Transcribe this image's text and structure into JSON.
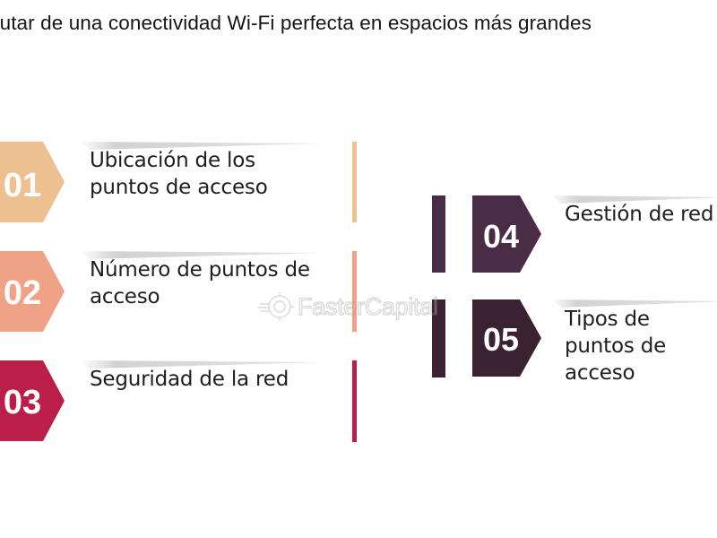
{
  "header": {
    "text": "rutar de una conectividad Wi-Fi perfecta en espacios más grandes"
  },
  "watermark": {
    "text": "FasterCapital"
  },
  "items": [
    {
      "number": "01",
      "label": "Ubicación de los\npuntos de acceso",
      "color": "#eec08f",
      "icon": "chevron-badge"
    },
    {
      "number": "02",
      "label": "Número de puntos de\nacceso",
      "color": "#f0a287",
      "icon": "chevron-badge"
    },
    {
      "number": "03",
      "label": "Seguridad de la red",
      "color": "#bb1e48",
      "icon": "chevron-badge"
    },
    {
      "number": "04",
      "label": "Gestión de red",
      "color": "#4a2c46",
      "icon": "chevron-badge"
    },
    {
      "number": "05",
      "label": "Tipos de puntos de\nacceso",
      "color": "#3a2232",
      "icon": "chevron-badge"
    }
  ]
}
